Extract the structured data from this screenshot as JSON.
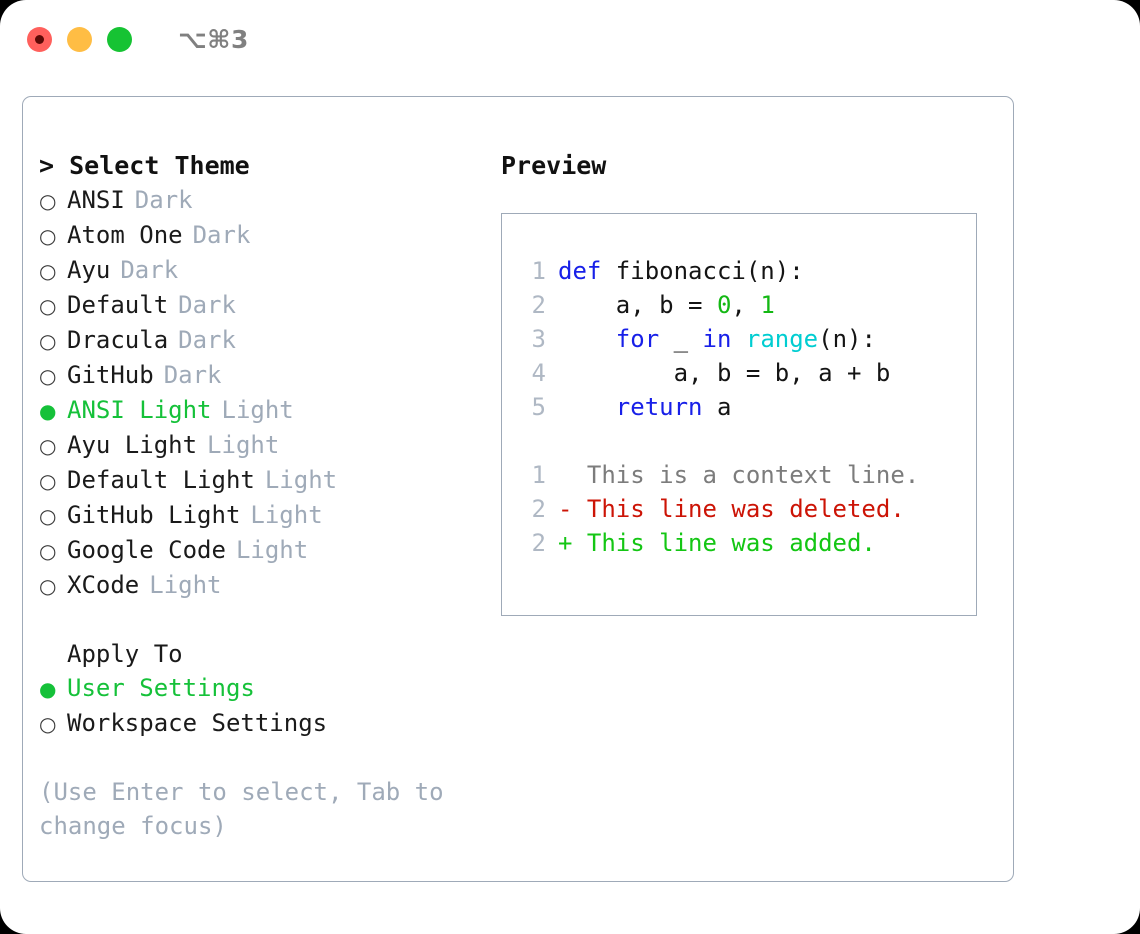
{
  "titlebar": {
    "title": "⌥⌘3",
    "buttons": [
      {
        "name": "close-button",
        "color": "#FF605C"
      },
      {
        "name": "minimize-button",
        "color": "#FFBD44"
      },
      {
        "name": "maximize-button",
        "color": "#16C333"
      }
    ]
  },
  "theme_panel": {
    "heading": "> Select Theme",
    "themes": [
      {
        "bullet": "○",
        "name": "ANSI",
        "kind": "Dark",
        "selected": false
      },
      {
        "bullet": "○",
        "name": "Atom One",
        "kind": "Dark",
        "selected": false
      },
      {
        "bullet": "○",
        "name": "Ayu",
        "kind": "Dark",
        "selected": false
      },
      {
        "bullet": "○",
        "name": "Default",
        "kind": "Dark",
        "selected": false
      },
      {
        "bullet": "○",
        "name": "Dracula",
        "kind": "Dark",
        "selected": false
      },
      {
        "bullet": "○",
        "name": "GitHub",
        "kind": "Dark",
        "selected": false
      },
      {
        "bullet": "●",
        "name": "ANSI Light",
        "kind": "Light",
        "selected": true
      },
      {
        "bullet": "○",
        "name": "Ayu Light",
        "kind": "Light",
        "selected": false
      },
      {
        "bullet": "○",
        "name": "Default Light",
        "kind": "Light",
        "selected": false
      },
      {
        "bullet": "○",
        "name": "GitHub Light",
        "kind": "Light",
        "selected": false
      },
      {
        "bullet": "○",
        "name": "Google Code",
        "kind": "Light",
        "selected": false
      },
      {
        "bullet": "○",
        "name": "XCode",
        "kind": "Light",
        "selected": false
      }
    ],
    "apply_to": {
      "label": "Apply To",
      "options": [
        {
          "bullet": "●",
          "name": "User Settings",
          "selected": true
        },
        {
          "bullet": "○",
          "name": "Workspace Settings",
          "selected": false
        }
      ]
    },
    "hint": "(Use Enter to select, Tab to change focus)"
  },
  "preview": {
    "title": "Preview",
    "code_lines": [
      {
        "no": "1",
        "tokens": [
          {
            "t": "def ",
            "c": "tok-kw"
          },
          {
            "t": "fibonacci(n):",
            "c": "tok-txt"
          }
        ]
      },
      {
        "no": "2",
        "tokens": [
          {
            "t": "    a, b = ",
            "c": "tok-txt"
          },
          {
            "t": "0",
            "c": "tok-num"
          },
          {
            "t": ", ",
            "c": "tok-txt"
          },
          {
            "t": "1",
            "c": "tok-num"
          }
        ]
      },
      {
        "no": "3",
        "tokens": [
          {
            "t": "    ",
            "c": "tok-txt"
          },
          {
            "t": "for",
            "c": "tok-kw"
          },
          {
            "t": " _ ",
            "c": "tok-txt"
          },
          {
            "t": "in",
            "c": "tok-kw"
          },
          {
            "t": " ",
            "c": "tok-txt"
          },
          {
            "t": "range",
            "c": "tok-fn"
          },
          {
            "t": "(n):",
            "c": "tok-txt"
          }
        ]
      },
      {
        "no": "4",
        "tokens": [
          {
            "t": "        a, b = b, a + b",
            "c": "tok-txt"
          }
        ]
      },
      {
        "no": "5",
        "tokens": [
          {
            "t": "    ",
            "c": "tok-txt"
          },
          {
            "t": "return",
            "c": "tok-kw"
          },
          {
            "t": " a",
            "c": "tok-txt"
          }
        ]
      }
    ],
    "diff_lines": [
      {
        "no": "1",
        "tokens": [
          {
            "t": "  This is a context line.",
            "c": "tok-ctx"
          }
        ]
      },
      {
        "no": "2",
        "tokens": [
          {
            "t": "- This line was deleted.",
            "c": "tok-del"
          }
        ]
      },
      {
        "no": "2",
        "tokens": [
          {
            "t": "+ This line was added.",
            "c": "tok-add"
          }
        ]
      }
    ]
  }
}
